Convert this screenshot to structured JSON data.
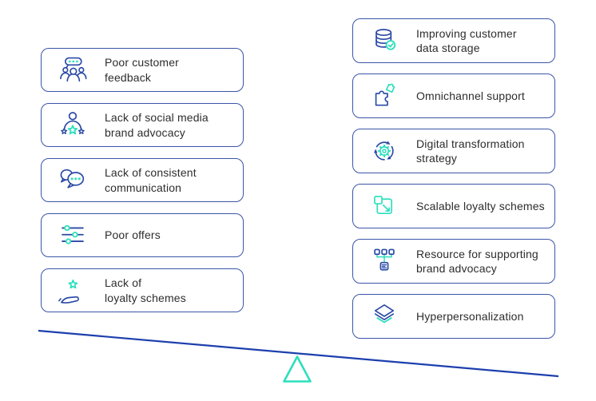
{
  "colors": {
    "box_border": "#3b55a8",
    "icon_blue": "#2b4aa5",
    "accent_teal": "#2cdfbc",
    "text": "#2d2d2d",
    "beam_blue": "#1d3fae"
  },
  "left_column": {
    "items": [
      {
        "label": "Poor customer\nfeedback",
        "icon": "customer-feedback-icon"
      },
      {
        "label": "Lack of social media\nbrand advocacy",
        "icon": "brand-advocacy-icon"
      },
      {
        "label": "Lack of consistent\ncommunication",
        "icon": "communication-bubbles-icon"
      },
      {
        "label": "Poor offers",
        "icon": "offers-sliders-icon"
      },
      {
        "label": "Lack of\nloyalty schemes",
        "icon": "loyalty-hand-star-icon"
      }
    ]
  },
  "right_column": {
    "items": [
      {
        "label": "Improving customer\ndata storage",
        "icon": "database-check-icon"
      },
      {
        "label": "Omnichannel support",
        "icon": "puzzle-icon"
      },
      {
        "label": "Digital transformation\nstrategy",
        "icon": "gear-cycle-icon"
      },
      {
        "label": "Scalable loyalty schemes",
        "icon": "scale-expand-icon"
      },
      {
        "label": "Resource for supporting\nbrand advocacy",
        "icon": "hierarchy-icon"
      },
      {
        "label": "Hyperpersonalization",
        "icon": "layers-icon"
      }
    ]
  }
}
